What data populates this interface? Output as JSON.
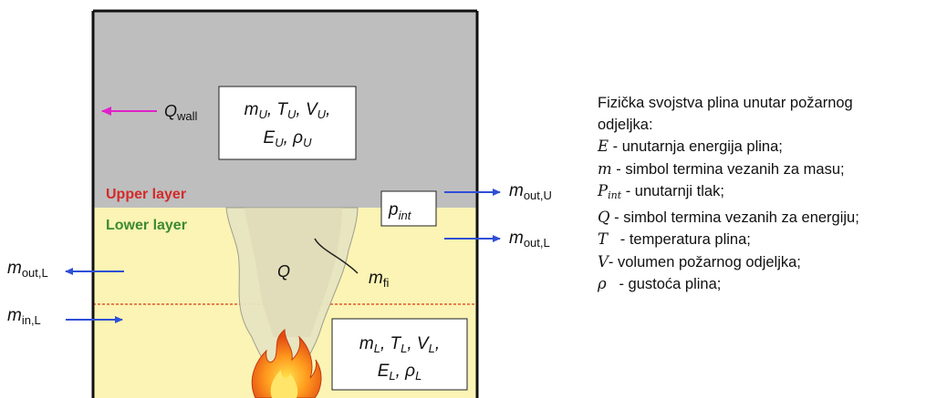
{
  "diagram": {
    "upper_layer_label": "Upper layer",
    "lower_layer_label": "Lower layer",
    "q_wall_label": "Q",
    "q_wall_sub": "wall",
    "upper_box": {
      "line1": "m",
      "line1_subs": [
        "U",
        "U",
        "U"
      ],
      "line1_vars": [
        "m",
        "T",
        "V"
      ],
      "line2_vars": [
        "E",
        "ρ"
      ],
      "line2_subs": [
        "U",
        "U"
      ]
    },
    "lower_box": {
      "line1_vars": [
        "m",
        "T",
        "V"
      ],
      "line1_subs": [
        "L",
        "L",
        "L"
      ],
      "line2_vars": [
        "E",
        "ρ"
      ],
      "line2_subs": [
        "L",
        "L"
      ]
    },
    "p_int": {
      "main": "p",
      "sub": "int"
    },
    "m_out_u": {
      "main": "m",
      "sub": "out,U"
    },
    "m_out_l_right": {
      "main": "m",
      "sub": "out,L"
    },
    "m_out_l_left": {
      "main": "m",
      "sub": "out,L"
    },
    "m_in_l": {
      "main": "m",
      "sub": "in,L"
    },
    "plume_q": "Q",
    "m_fi": {
      "main": "m",
      "sub": "fi"
    },
    "colors": {
      "upper": "#bebebe",
      "lower": "#fbf4b4",
      "upper_label": "#d42a2a",
      "lower_label": "#3c8a32",
      "arrow_blue": "#2f4fd6",
      "arrow_magenta": "#e021c8",
      "divider": "#e0582a"
    }
  },
  "legend": {
    "intro_line1": "Fizička svojstva plina unutar požarnog",
    "intro_line2": "odjeljka:",
    "items": [
      {
        "sym": "E",
        "sub": "",
        "text": " - unutarnja energija plina;"
      },
      {
        "sym": "m",
        "sub": "",
        "text": " - simbol termina vezanih za masu;"
      },
      {
        "sym": "P",
        "sub": "int",
        "text": " - unutarnji tlak;"
      },
      {
        "sym": "Q",
        "sub": "",
        "text": " - simbol termina vezanih za energiju;"
      },
      {
        "sym": "T",
        "sub": "",
        "text": "   - temperatura plina;"
      },
      {
        "sym": "V",
        "sub": "",
        "text": "- volumen požarnog odjeljka;"
      },
      {
        "sym": "ρ",
        "sub": "",
        "text": "   - gustoća plina;"
      }
    ]
  }
}
